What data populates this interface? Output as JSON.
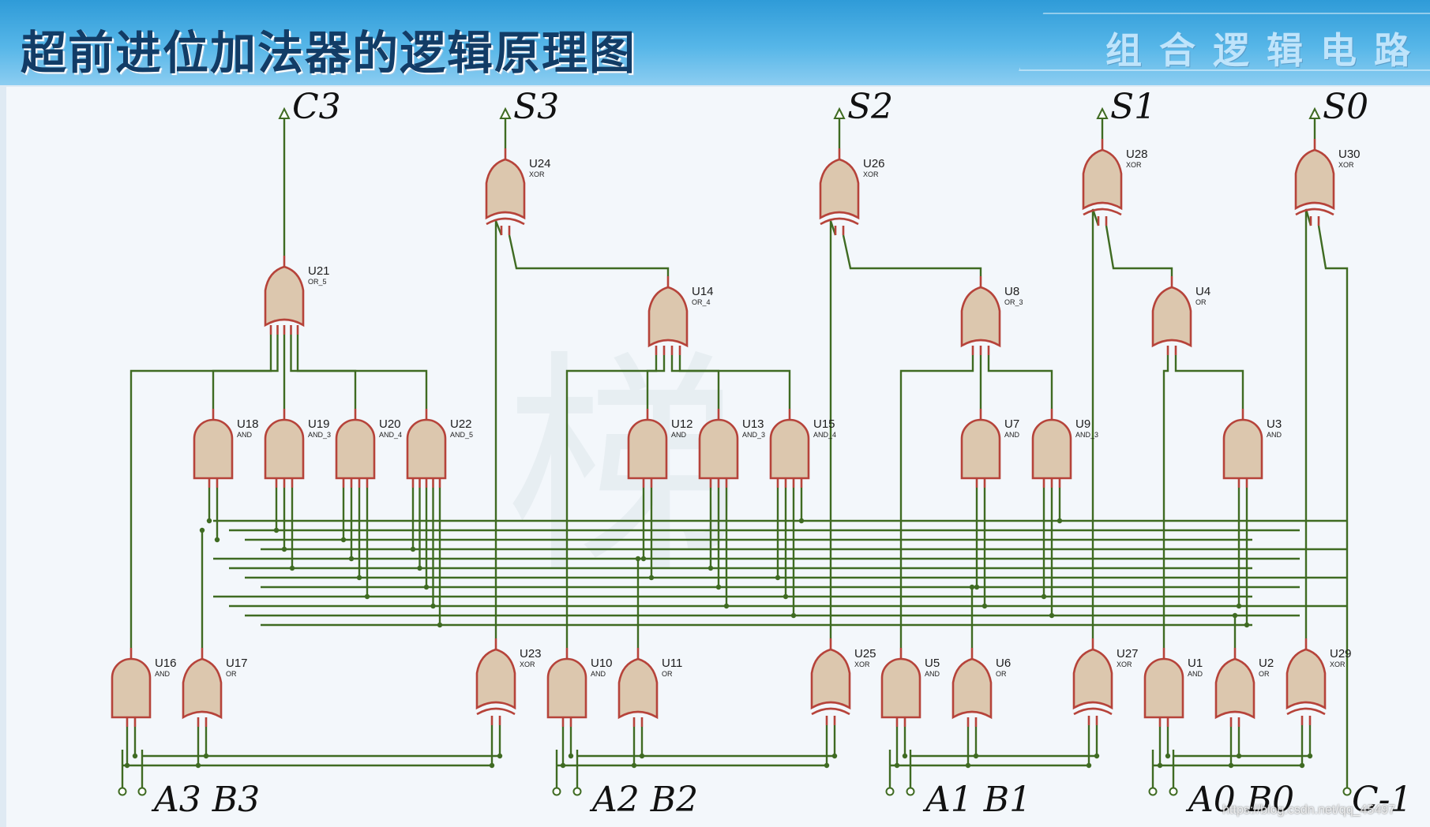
{
  "header": {
    "title": "超前进位加法器的逻辑原理图",
    "subtitle": "组合逻辑电路"
  },
  "watermark": "梯",
  "url": "https://blog.csdn.net/qq_45497",
  "outputs": [
    "C3",
    "S3",
    "S2",
    "S1",
    "S0"
  ],
  "inputs": [
    "A3 B3",
    "A2 B2",
    "A1 B1",
    "A0 B0",
    "C-1"
  ],
  "gates": [
    {
      "ref": "U24",
      "type": "XOR"
    },
    {
      "ref": "U26",
      "type": "XOR"
    },
    {
      "ref": "U28",
      "type": "XOR"
    },
    {
      "ref": "U30",
      "type": "XOR"
    },
    {
      "ref": "U21",
      "type": "OR_5"
    },
    {
      "ref": "U14",
      "type": "OR_4"
    },
    {
      "ref": "U8",
      "type": "OR_3"
    },
    {
      "ref": "U4",
      "type": "OR"
    },
    {
      "ref": "U18",
      "type": "AND"
    },
    {
      "ref": "U19",
      "type": "AND_3"
    },
    {
      "ref": "U20",
      "type": "AND_4"
    },
    {
      "ref": "U22",
      "type": "AND_5"
    },
    {
      "ref": "U12",
      "type": "AND"
    },
    {
      "ref": "U13",
      "type": "AND_3"
    },
    {
      "ref": "U15",
      "type": "AND_4"
    },
    {
      "ref": "U7",
      "type": "AND"
    },
    {
      "ref": "U9",
      "type": "AND_3"
    },
    {
      "ref": "U3",
      "type": "AND"
    },
    {
      "ref": "U16",
      "type": "AND"
    },
    {
      "ref": "U17",
      "type": "OR"
    },
    {
      "ref": "U23",
      "type": "XOR"
    },
    {
      "ref": "U10",
      "type": "AND"
    },
    {
      "ref": "U11",
      "type": "OR"
    },
    {
      "ref": "U25",
      "type": "XOR"
    },
    {
      "ref": "U5",
      "type": "AND"
    },
    {
      "ref": "U6",
      "type": "OR"
    },
    {
      "ref": "U27",
      "type": "XOR"
    },
    {
      "ref": "U1",
      "type": "AND"
    },
    {
      "ref": "U2",
      "type": "OR"
    },
    {
      "ref": "U29",
      "type": "XOR"
    }
  ]
}
